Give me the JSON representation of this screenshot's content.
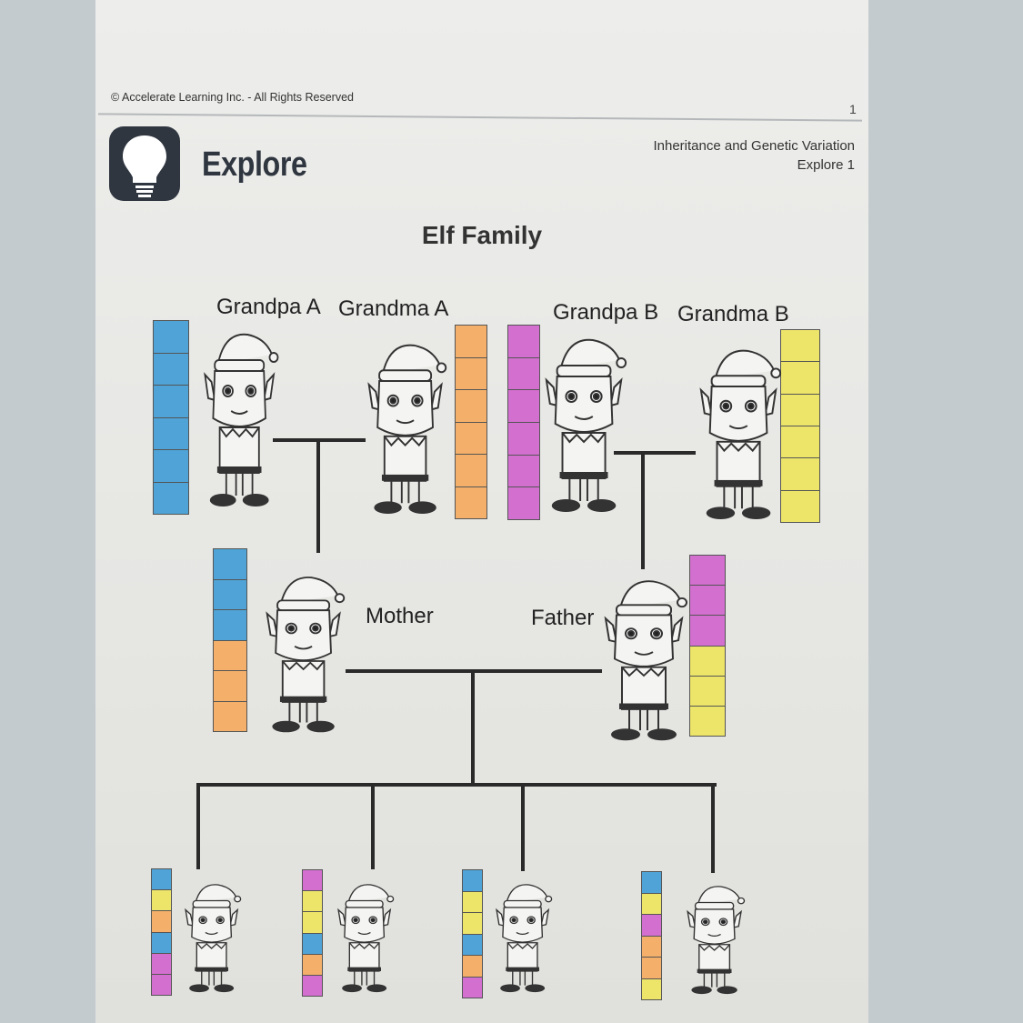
{
  "header": {
    "copyright": "© Accelerate Learning Inc. - All Rights Reserved",
    "page_number": "1",
    "section": "Explore",
    "unit": "Inheritance and Genetic Variation",
    "lesson": "Explore 1"
  },
  "title": "Elf Family",
  "colors": {
    "blue": "#4fa3d6",
    "orange": "#f4b06a",
    "pink": "#d36fcf",
    "yellow": "#ede56a"
  },
  "family": {
    "grandpa_a": {
      "label": "Grandpa A",
      "traits": [
        "blue",
        "blue",
        "blue",
        "blue",
        "blue",
        "blue"
      ]
    },
    "grandma_a": {
      "label": "Grandma A",
      "traits": [
        "orange",
        "orange",
        "orange",
        "orange",
        "orange",
        "orange"
      ]
    },
    "grandpa_b": {
      "label": "Grandpa B",
      "traits": [
        "pink",
        "pink",
        "pink",
        "pink",
        "pink",
        "pink"
      ]
    },
    "grandma_b": {
      "label": "Grandma B",
      "traits": [
        "yellow",
        "yellow",
        "yellow",
        "yellow",
        "yellow",
        "yellow"
      ]
    },
    "mother": {
      "label": "Mother",
      "traits": [
        "blue",
        "blue",
        "blue",
        "orange",
        "orange",
        "orange"
      ]
    },
    "father": {
      "label": "Father",
      "traits": [
        "pink",
        "pink",
        "pink",
        "yellow",
        "yellow",
        "yellow"
      ]
    },
    "children": [
      {
        "traits": [
          "blue",
          "yellow",
          "orange",
          "blue",
          "pink",
          "pink"
        ]
      },
      {
        "traits": [
          "pink",
          "yellow",
          "yellow",
          "blue",
          "orange",
          "pink"
        ]
      },
      {
        "traits": [
          "blue",
          "yellow",
          "yellow",
          "blue",
          "orange",
          "pink"
        ]
      },
      {
        "traits": [
          "blue",
          "yellow",
          "pink",
          "orange",
          "orange",
          "yellow"
        ]
      }
    ]
  }
}
